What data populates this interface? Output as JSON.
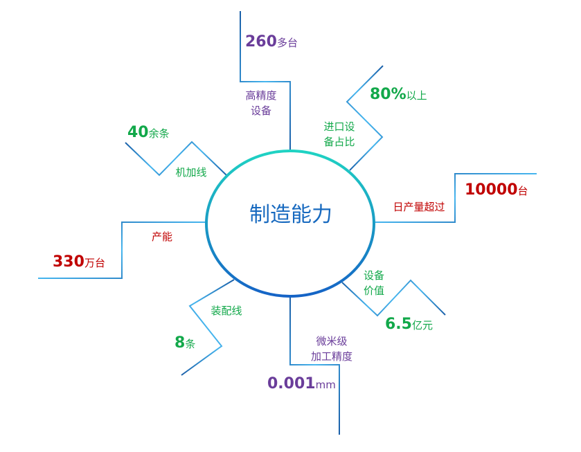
{
  "center": {
    "title": "制造能力"
  },
  "branches": [
    {
      "id": "precision-equipment",
      "label_lines": [
        "高精度",
        "设备"
      ],
      "value": "260",
      "unit": "多台",
      "label_color": "purple",
      "value_color": "purple"
    },
    {
      "id": "import-ratio",
      "label_lines": [
        "进口设",
        "备占比"
      ],
      "value": "80%",
      "unit": "以上",
      "label_color": "green",
      "value_color": "green"
    },
    {
      "id": "daily-output",
      "label_lines": [
        "日产量超过"
      ],
      "value": "10000",
      "unit": "台",
      "label_color": "red",
      "value_color": "red"
    },
    {
      "id": "equipment-value",
      "label_lines": [
        "设备",
        "价值"
      ],
      "value": "6.5",
      "unit": "亿元",
      "label_color": "green",
      "value_color": "green"
    },
    {
      "id": "micron-precision",
      "label_lines": [
        "微米级",
        "加工精度"
      ],
      "value": "0.001",
      "unit": "mm",
      "label_color": "purple",
      "value_color": "purple"
    },
    {
      "id": "assembly-line",
      "label_lines": [
        "装配线"
      ],
      "value": "8",
      "unit": "条",
      "label_color": "green",
      "value_color": "green"
    },
    {
      "id": "capacity",
      "label_lines": [
        "产能"
      ],
      "value": "330",
      "unit": "万台",
      "label_color": "red",
      "value_color": "red"
    },
    {
      "id": "machining-line",
      "label_lines": [
        "机加线"
      ],
      "value": "40",
      "unit": "余条",
      "label_color": "green",
      "value_color": "green"
    }
  ]
}
